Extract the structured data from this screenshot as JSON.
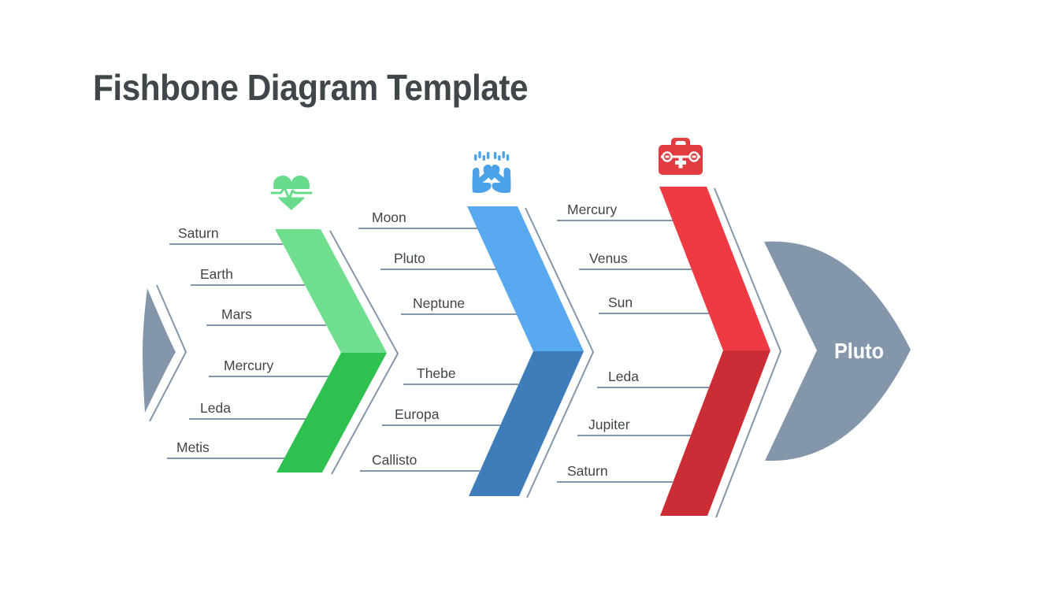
{
  "title": "Fishbone Diagram Template",
  "head": {
    "label": "Pluto"
  },
  "colors": {
    "title_text": "#3F474A",
    "label_text": "#3F4649",
    "bone_line": "#8096AC",
    "slate": "#8497AA",
    "background": "#FFFFFF",
    "head_label_text": "#FFFFFF"
  },
  "sections": [
    {
      "icon": "heartbeat-icon",
      "icon_color": "#68DB8C",
      "color_top": "#6FDE8F",
      "color_bottom": "#2FC14F",
      "top_items": [
        "Saturn",
        "Earth",
        "Mars"
      ],
      "bottom_items": [
        "Mercury",
        "Leda",
        "Metis"
      ]
    },
    {
      "icon": "hands-holding-heart-icon",
      "icon_color": "#4BA2E8",
      "color_top": "#58A9EF",
      "color_bottom": "#3F7CBA",
      "top_items": [
        "Moon",
        "Pluto",
        "Neptune"
      ],
      "bottom_items": [
        "Thebe",
        "Europa",
        "Callisto"
      ]
    },
    {
      "icon": "first-aid-kit-icon",
      "icon_color": "#E23B40",
      "color_top": "#EE3A42",
      "color_bottom": "#CB2D34",
      "top_items": [
        "Mercury",
        "Venus",
        "Sun"
      ],
      "bottom_items": [
        "Leda",
        "Jupiter",
        "Saturn"
      ]
    }
  ]
}
